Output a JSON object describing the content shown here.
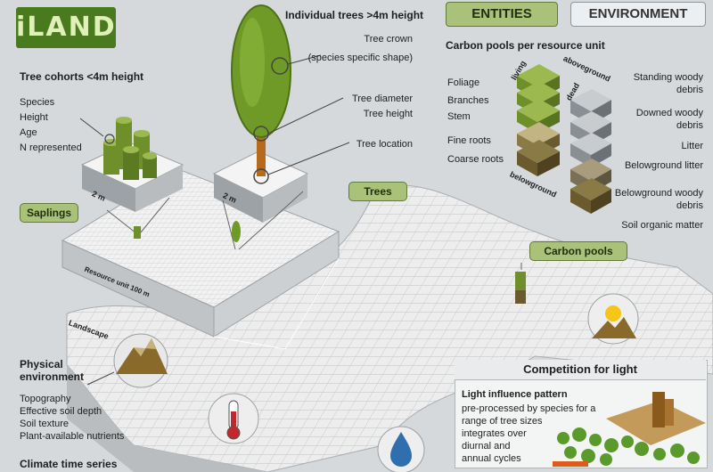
{
  "logo": {
    "text": "iLAND"
  },
  "tabs": {
    "entities": "ENTITIES",
    "environment": "ENVIRONMENT"
  },
  "cohorts": {
    "title": "Tree cohorts <4m height",
    "attributes": [
      "Species",
      "Height",
      "Age",
      "N represented"
    ],
    "cell_label": "2 m"
  },
  "individual": {
    "title": "Individual trees >4m height",
    "crown": "Tree crown",
    "crown_note": "(species specific shape)",
    "diameter": "Tree diameter",
    "height": "Tree height",
    "location": "Tree location",
    "cell_label": "2 m"
  },
  "carbon": {
    "title": "Carbon pools per resource unit",
    "living_label": "living",
    "dead_label": "dead",
    "aboveground_label": "aboveground",
    "belowground_label": "belowground",
    "left_pools": [
      "Foliage",
      "Branches",
      "Stem",
      "Fine roots",
      "Coarse roots"
    ],
    "right_pools": [
      "Standing woody debris",
      "Downed woody debris",
      "Litter",
      "Belowground litter",
      "Belowground woody debris",
      "Soil organic matter"
    ]
  },
  "labels": {
    "saplings": "Saplings",
    "trees": "Trees",
    "carbon_pools": "Carbon pools",
    "resource_unit": "Resource unit 100 m",
    "landscape": "Landscape"
  },
  "physical": {
    "title": "Physical environment",
    "items": [
      "Topography",
      "Effective soil depth",
      "Soil texture",
      "Plant-available nutrients"
    ]
  },
  "climate": {
    "title": "Climate time series"
  },
  "light": {
    "title": "Competition for light",
    "subtitle": "Light influence pattern",
    "description": [
      "pre-processed by species for a",
      "range of tree sizes",
      "integrates over",
      "diurnal and",
      "annual cycles"
    ]
  },
  "colors": {
    "green_pill": "#a9c178",
    "living_green": "#6f8f2a",
    "dead_grey": "#8a8f93",
    "soil_brown": "#6b5a2e"
  }
}
